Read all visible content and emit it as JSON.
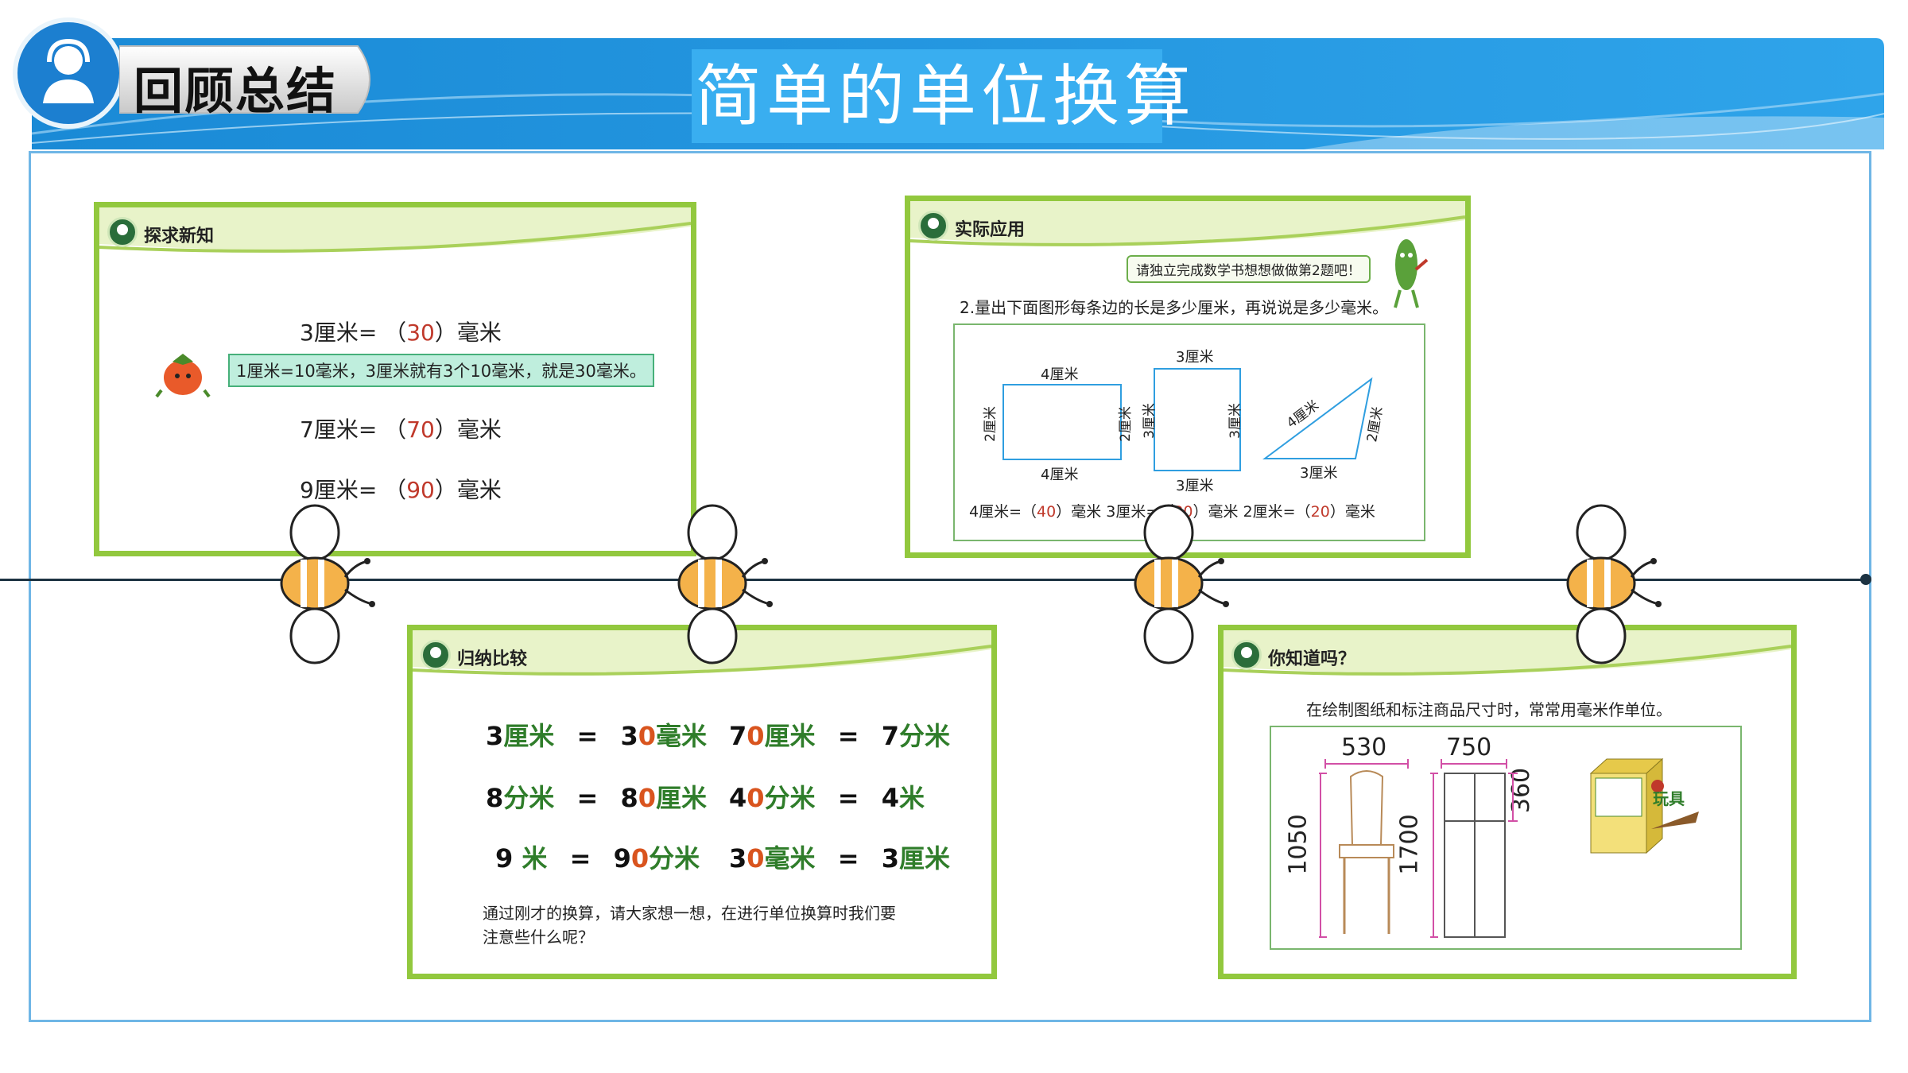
{
  "header": {
    "section_label": "回顾总结",
    "title": "简单的单位换算"
  },
  "cards": {
    "explore": {
      "title": "探求新知",
      "line1_prefix": "3厘米=",
      "line1_value": "30",
      "line1_suffix": "毫米",
      "tip": "1厘米=10毫米，3厘米就有3个10毫米，就是30毫米。",
      "line2_prefix": "7厘米=",
      "line2_value": "70",
      "line2_suffix": "毫米",
      "line3_prefix": "9厘米=",
      "line3_value": "90",
      "line3_suffix": "毫米"
    },
    "apply": {
      "title": "实际应用",
      "bubble": "请独立完成数学书想想做做第2题吧！",
      "question": "2.量出下面图形每条边的长是多少厘米，再说说是多少毫米。",
      "rect_top": "4厘米",
      "rect_bottom": "4厘米",
      "rect_left": "2厘米",
      "rect_right": "2厘米",
      "sq_top": "3厘米",
      "sq_bottom": "3厘米",
      "sq_left": "3厘米",
      "sq_right": "3厘米",
      "tri_hyp": "4厘米",
      "tri_side": "2厘米",
      "tri_base": "3厘米",
      "ans1_prefix": "4厘米=",
      "ans1_value": "40",
      "ans1_suffix": "毫米",
      "ans2_prefix": "3厘米=",
      "ans2_value": "30",
      "ans2_suffix": "毫米",
      "ans3_prefix": "2厘米=",
      "ans3_value": "20",
      "ans3_suffix": "毫米"
    },
    "compare": {
      "title": "归纳比较",
      "eq": "=",
      "rows": [
        {
          "l_num": "3",
          "l_unit": "厘米",
          "r_num": "3",
          "r_extra": "0",
          "r_unit": "毫米"
        },
        {
          "l_num": "8",
          "l_unit": "分米",
          "r_num": "8",
          "r_extra": "0",
          "r_unit": "厘米"
        },
        {
          "l_num": "9 ",
          "l_unit": "米",
          "r_num": "9",
          "r_extra": "0",
          "r_unit": "分米"
        }
      ],
      "rows2": [
        {
          "l_num": "7",
          "l_extra": "0",
          "l_unit": "厘米",
          "r_num": "7",
          "r_unit": "分米"
        },
        {
          "l_num": "4",
          "l_extra": "0",
          "l_unit": "分米",
          "r_num": "4",
          "r_unit": "米"
        },
        {
          "l_num": "3",
          "l_extra": "0",
          "l_unit": "毫米",
          "r_num": "3",
          "r_unit": "厘米"
        }
      ],
      "prompt_line1": "通过刚才的换算，请大家想一想，在进行单位换算时我们要",
      "prompt_line2": "注意些什么呢？"
    },
    "know": {
      "title": "你知道吗？",
      "text": "在绘制图纸和标注商品尺寸时，常常用毫米作单位。",
      "chair_width": "530",
      "chair_height": "1050",
      "wardrobe_width": "750",
      "wardrobe_height": "1700",
      "wardrobe_top": "360",
      "box_label": "玩具"
    }
  },
  "colors": {
    "accent_blue": "#39aef0",
    "card_border": "#92c83e",
    "answer_red": "#c0392b",
    "digit_green": "#2f7d2a",
    "digit_orange": "#d9541e"
  }
}
